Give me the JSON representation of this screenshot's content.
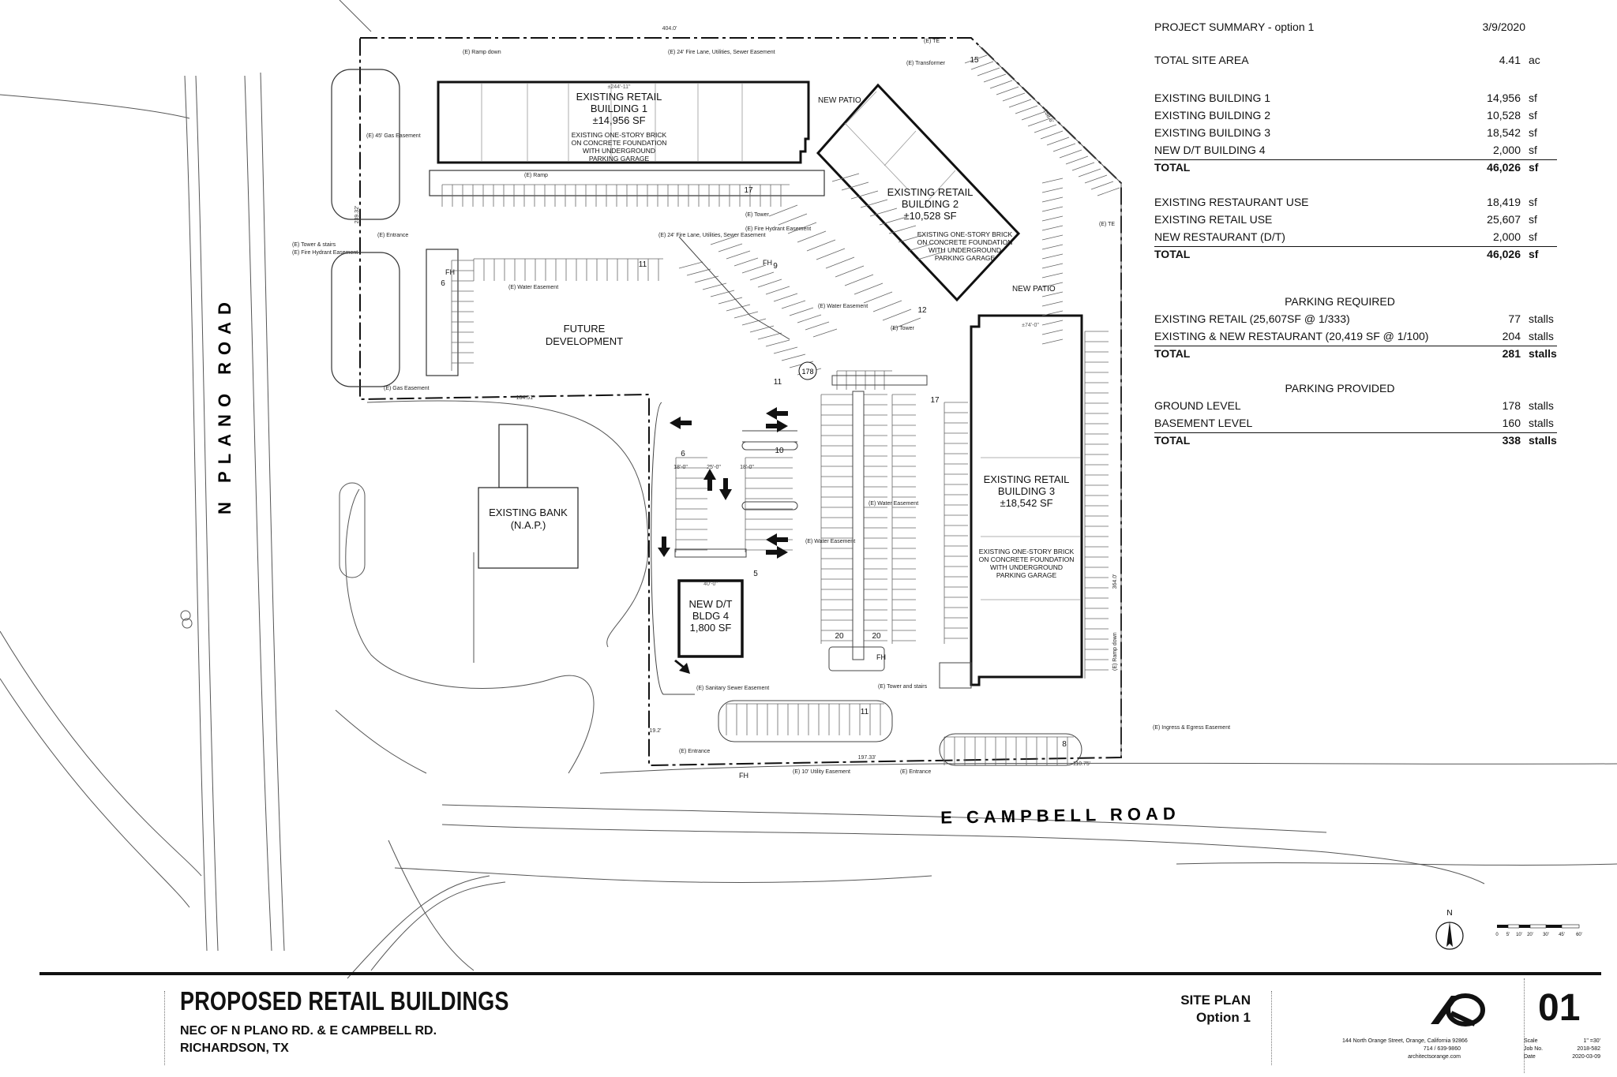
{
  "plan": {
    "road_west": "N PLANO ROAD",
    "road_south": "E CAMPBELL ROAD",
    "buildings": {
      "b1": {
        "lines": [
          "EXISTING RETAIL",
          "BUILDING 1",
          "±14,956 SF"
        ],
        "note": [
          "EXISTING ONE-STORY BRICK",
          "ON CONCRETE FOUNDATION",
          "WITH UNDERGROUND",
          "PARKING GARAGE"
        ],
        "dim": "±244'-11\""
      },
      "b2": {
        "lines": [
          "EXISTING RETAIL",
          "BUILDING 2",
          "±10,528 SF"
        ],
        "note": [
          "EXISTING ONE-STORY BRICK",
          "ON CONCRETE FOUNDATION",
          "WITH UNDERGROUND",
          "PARKING GARAGE"
        ]
      },
      "b3": {
        "lines": [
          "EXISTING RETAIL",
          "BUILDING 3",
          "±18,542 SF"
        ],
        "note": [
          "EXISTING ONE-STORY BRICK",
          "ON CONCRETE FOUNDATION",
          "WITH UNDERGROUND",
          "PARKING GARAGE"
        ],
        "dim": "±74'-0\""
      },
      "b4": {
        "lines": [
          "NEW D/T",
          "BLDG 4",
          "1,800 SF"
        ],
        "dim": "40'-0\""
      },
      "bank": {
        "lines": [
          "EXISTING BANK",
          "(N.A.P.)"
        ]
      }
    },
    "future": [
      "FUTURE",
      "DEVELOPMENT"
    ],
    "new_patio": "NEW PATIO",
    "stall_counts": [
      "15",
      "17",
      "11",
      "9",
      "6",
      "12",
      "11",
      "17",
      "10",
      "6",
      "5",
      "20",
      "20",
      "11",
      "8"
    ],
    "ground_count": "178",
    "drive_dims": [
      "18'-0\"",
      "25'-0\"",
      "18'-0\""
    ],
    "boundary_dims": [
      "404.0'",
      "188.6'",
      "239.32'",
      "184.51'",
      "364.0'",
      "19.2'",
      "197.33'",
      "110.75'"
    ],
    "labels": {
      "ramp_down_n": "(E) Ramp down",
      "fire_lane_n": "(E) 24' Fire Lane,\nUtilities, Sewer Easement",
      "te_n": "(E) TE",
      "transformer": "(E) Transformer",
      "gas_45": "(E) 45' Gas Easement",
      "ramp": "(E) Ramp",
      "tower1": "(E) Tower",
      "entrance_w": "(E) Entrance",
      "tower_stairs_w": "(E) Tower & stairs",
      "fh_easement_w": "(E) Fire Hydrant Easement",
      "fire_lane_c": "(E) 24' Fire Lane,\nUtilities, Sewer Easement",
      "fh_easement_c": "(E) Fire Hydrant Easement",
      "water_easement_1": "(E) Water Easement",
      "water_easement_2": "(E) Water Easement",
      "te_e": "(E) TE",
      "tower2": "(E) Tower",
      "gas_easement": "(E) Gas Easement",
      "water_easement_3": "(E) Water Easement",
      "water_easement_4": "(E) Water Easement",
      "ramp_down_e": "(E) Ramp down",
      "tower_stairs_s": "(E) Tower and stairs",
      "sanitary": "(E) Sanitary Sewer Easement",
      "ingress": "(E) Ingress & Egress Easement",
      "entrance_s1": "(E) Entrance",
      "utility_10": "(E) 10' Utility Easement",
      "entrance_s2": "(E) Entrance",
      "fh": "FH"
    },
    "north": "N",
    "scale_ticks": [
      "0",
      "5'",
      "10'",
      "20'",
      "30'",
      "45'",
      "60'"
    ]
  },
  "summary": {
    "title": "PROJECT SUMMARY - option 1",
    "date": "3/9/2020",
    "site_area": {
      "label": "TOTAL SITE AREA",
      "value": "4.41",
      "unit": "ac"
    },
    "areas": [
      {
        "label": "EXISTING BUILDING 1",
        "value": "14,956",
        "unit": "sf"
      },
      {
        "label": "EXISTING BUILDING 2",
        "value": "10,528",
        "unit": "sf"
      },
      {
        "label": "EXISTING BUILDING 3",
        "value": "18,542",
        "unit": "sf"
      },
      {
        "label": "NEW D/T BUILDING 4",
        "value": "2,000",
        "unit": "sf"
      }
    ],
    "areas_total": {
      "label": "TOTAL",
      "value": "46,026",
      "unit": "sf"
    },
    "uses": [
      {
        "label": "EXISTING RESTAURANT USE",
        "value": "18,419",
        "unit": "sf"
      },
      {
        "label": "EXISTING RETAIL USE",
        "value": "25,607",
        "unit": "sf"
      },
      {
        "label": "NEW RESTAURANT (D/T)",
        "value": "2,000",
        "unit": "sf"
      }
    ],
    "uses_total": {
      "label": "TOTAL",
      "value": "46,026",
      "unit": "sf"
    },
    "required_head": "PARKING REQUIRED",
    "required": [
      {
        "label": "EXISTING RETAIL (25,607SF @ 1/333)",
        "value": "77",
        "unit": "stalls"
      },
      {
        "label": "EXISTING & NEW RESTAURANT (20,419 SF @ 1/100)",
        "value": "204",
        "unit": "stalls"
      }
    ],
    "required_total": {
      "label": "TOTAL",
      "value": "281",
      "unit": "stalls"
    },
    "provided_head": "PARKING PROVIDED",
    "provided": [
      {
        "label": "GROUND LEVEL",
        "value": "178",
        "unit": "stalls"
      },
      {
        "label": "BASEMENT LEVEL",
        "value": "160",
        "unit": "stalls"
      }
    ],
    "provided_total": {
      "label": "TOTAL",
      "value": "338",
      "unit": "stalls"
    }
  },
  "titleblock": {
    "title": "PROPOSED RETAIL BUILDINGS",
    "sub1": "NEC OF N PLANO RD. & E CAMPBELL RD.",
    "sub2": "RICHARDSON, TX",
    "sheet_title": "SITE PLAN",
    "sheet_option": "Option 1",
    "sheet_number": "01",
    "address": "144 North Orange Street, Orange, California 92866",
    "phone": "714 / 639-9860",
    "web": "architectsorange.com",
    "meta": [
      {
        "label": "Scale",
        "value": "1\" =30'"
      },
      {
        "label": "Job No.",
        "value": "2018-582"
      },
      {
        "label": "Date",
        "value": "2020-03-09"
      }
    ]
  }
}
